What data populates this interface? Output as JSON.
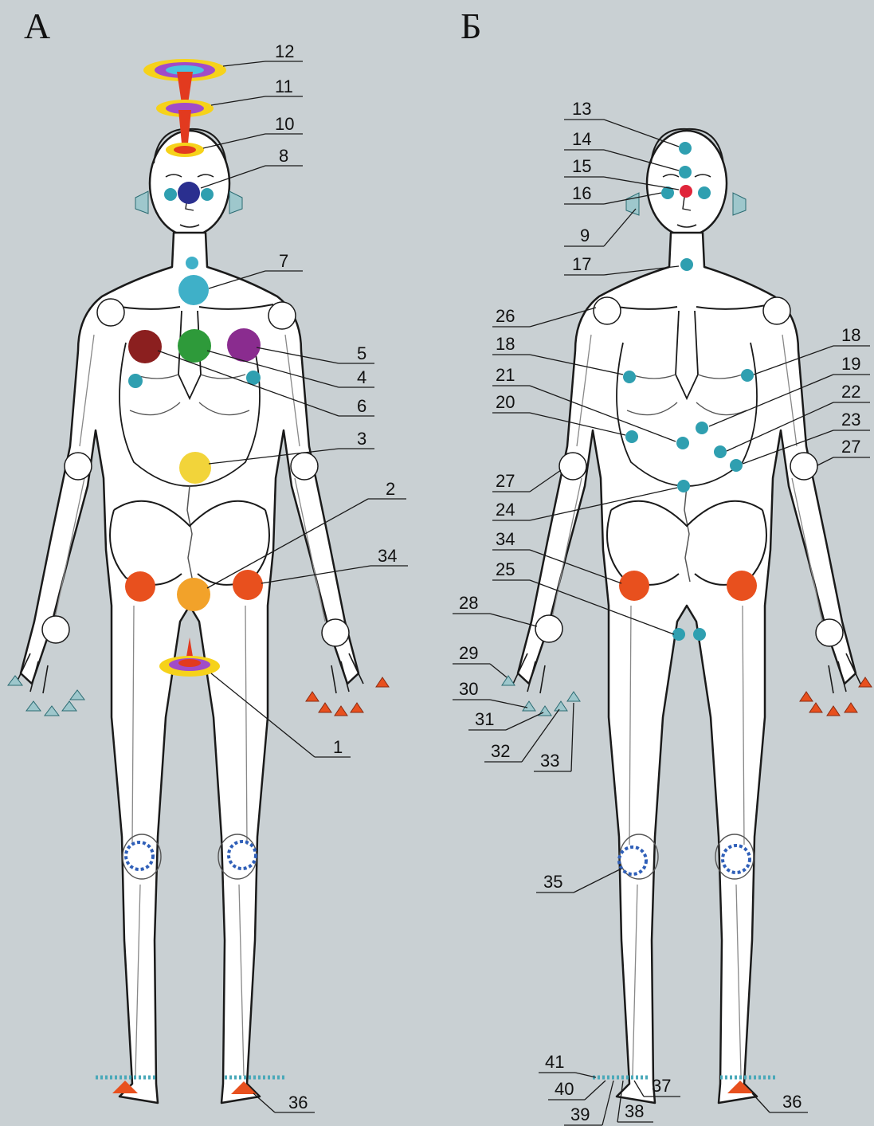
{
  "panels": [
    {
      "id": "A",
      "title": "А"
    },
    {
      "id": "B",
      "title": "Б"
    }
  ],
  "labels": {
    "a": [
      "12",
      "11",
      "10",
      "8",
      "7",
      "5",
      "4",
      "6",
      "3",
      "2",
      "34",
      "1",
      "36"
    ],
    "b": [
      "13",
      "14",
      "15",
      "16",
      "9",
      "17",
      "26",
      "18",
      "21",
      "20",
      "27",
      "24",
      "34",
      "25",
      "28",
      "29",
      "30",
      "31",
      "32",
      "33",
      "35",
      "41",
      "40",
      "39",
      "38",
      "37",
      "36",
      "18",
      "19",
      "22",
      "23",
      "27"
    ]
  },
  "colors": {
    "background": "#c9d0d3",
    "outline": "#1a1a1a",
    "body_fill": "#ffffff",
    "point_teal": "#2f9fb0",
    "chakra_navy": "#2a2f8f",
    "chakra_lightblue": "#3fb0c8",
    "chakra_maroon": "#8b1f1f",
    "chakra_green": "#2e9a3a",
    "chakra_purple": "#8a2c8f",
    "chakra_yellow": "#f2d43a",
    "chakra_orange": "#f2a22a",
    "hip_redorange": "#e8501e",
    "point_red": "#e0253a",
    "knee_dotted_blue": "#2f5fb8",
    "vortex_red": "#e23a1f",
    "vortex_yellow": "#f6d21a",
    "vortex_purple": "#a14cc8",
    "vortex_cyan": "#4ac3e0"
  },
  "icons": {
    "ear": "ear-funnel-icon",
    "finger": "fingertip-cone-icon",
    "foot": "foot-cone-icon",
    "knee": "knee-dotted-ring-icon"
  }
}
